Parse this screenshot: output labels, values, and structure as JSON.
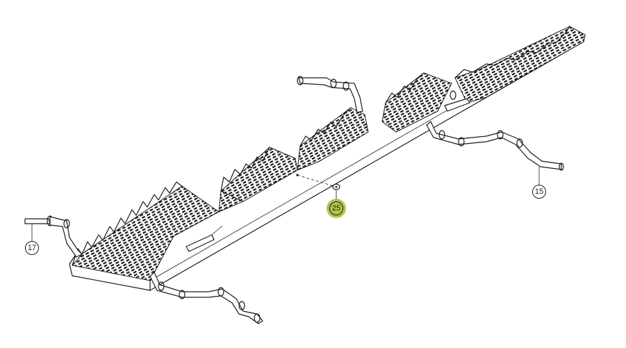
{
  "diagram": {
    "callouts": [
      {
        "id": "part-17",
        "label": "17",
        "highlighted": false
      },
      {
        "id": "part-15",
        "label": "15",
        "highlighted": false
      },
      {
        "id": "part-25",
        "label": "25",
        "highlighted": true
      }
    ],
    "colors": {
      "highlight": "#a8b830",
      "ink": "#1a1a1a",
      "background": "#ffffff"
    },
    "icons": [
      "washer-icon",
      "crankshaft-icon",
      "straw-walker-icon"
    ]
  }
}
